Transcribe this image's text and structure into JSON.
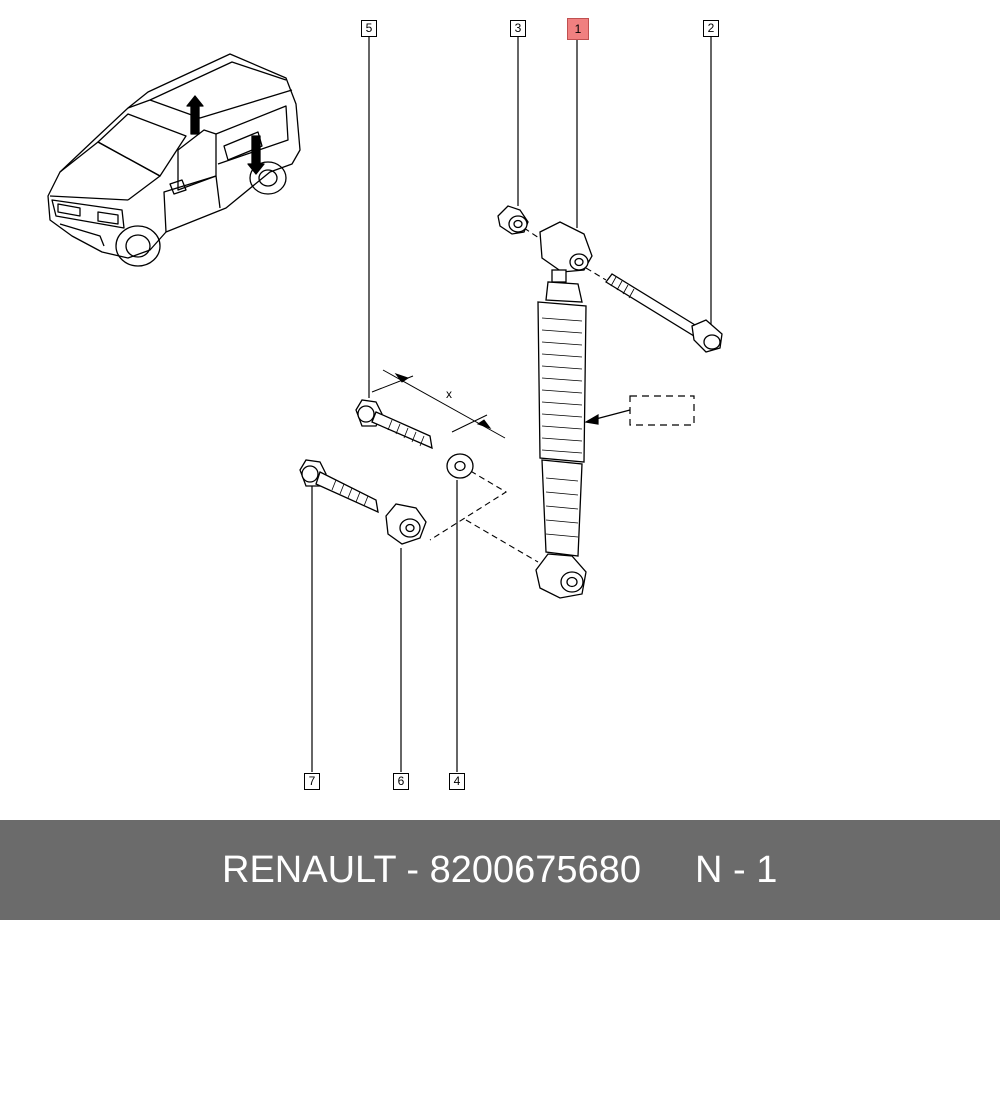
{
  "callouts": {
    "c1": "1",
    "c2": "2",
    "c3": "3",
    "c4": "4",
    "c5": "5",
    "c6": "6",
    "c7": "7"
  },
  "highlighted_callout": "1",
  "highlight_color": "#f08080",
  "dimension_label": "x",
  "footer": {
    "brand_part": "RENAULT - 8200675680",
    "ref": "N - 1",
    "background": "#6b6b6b"
  }
}
